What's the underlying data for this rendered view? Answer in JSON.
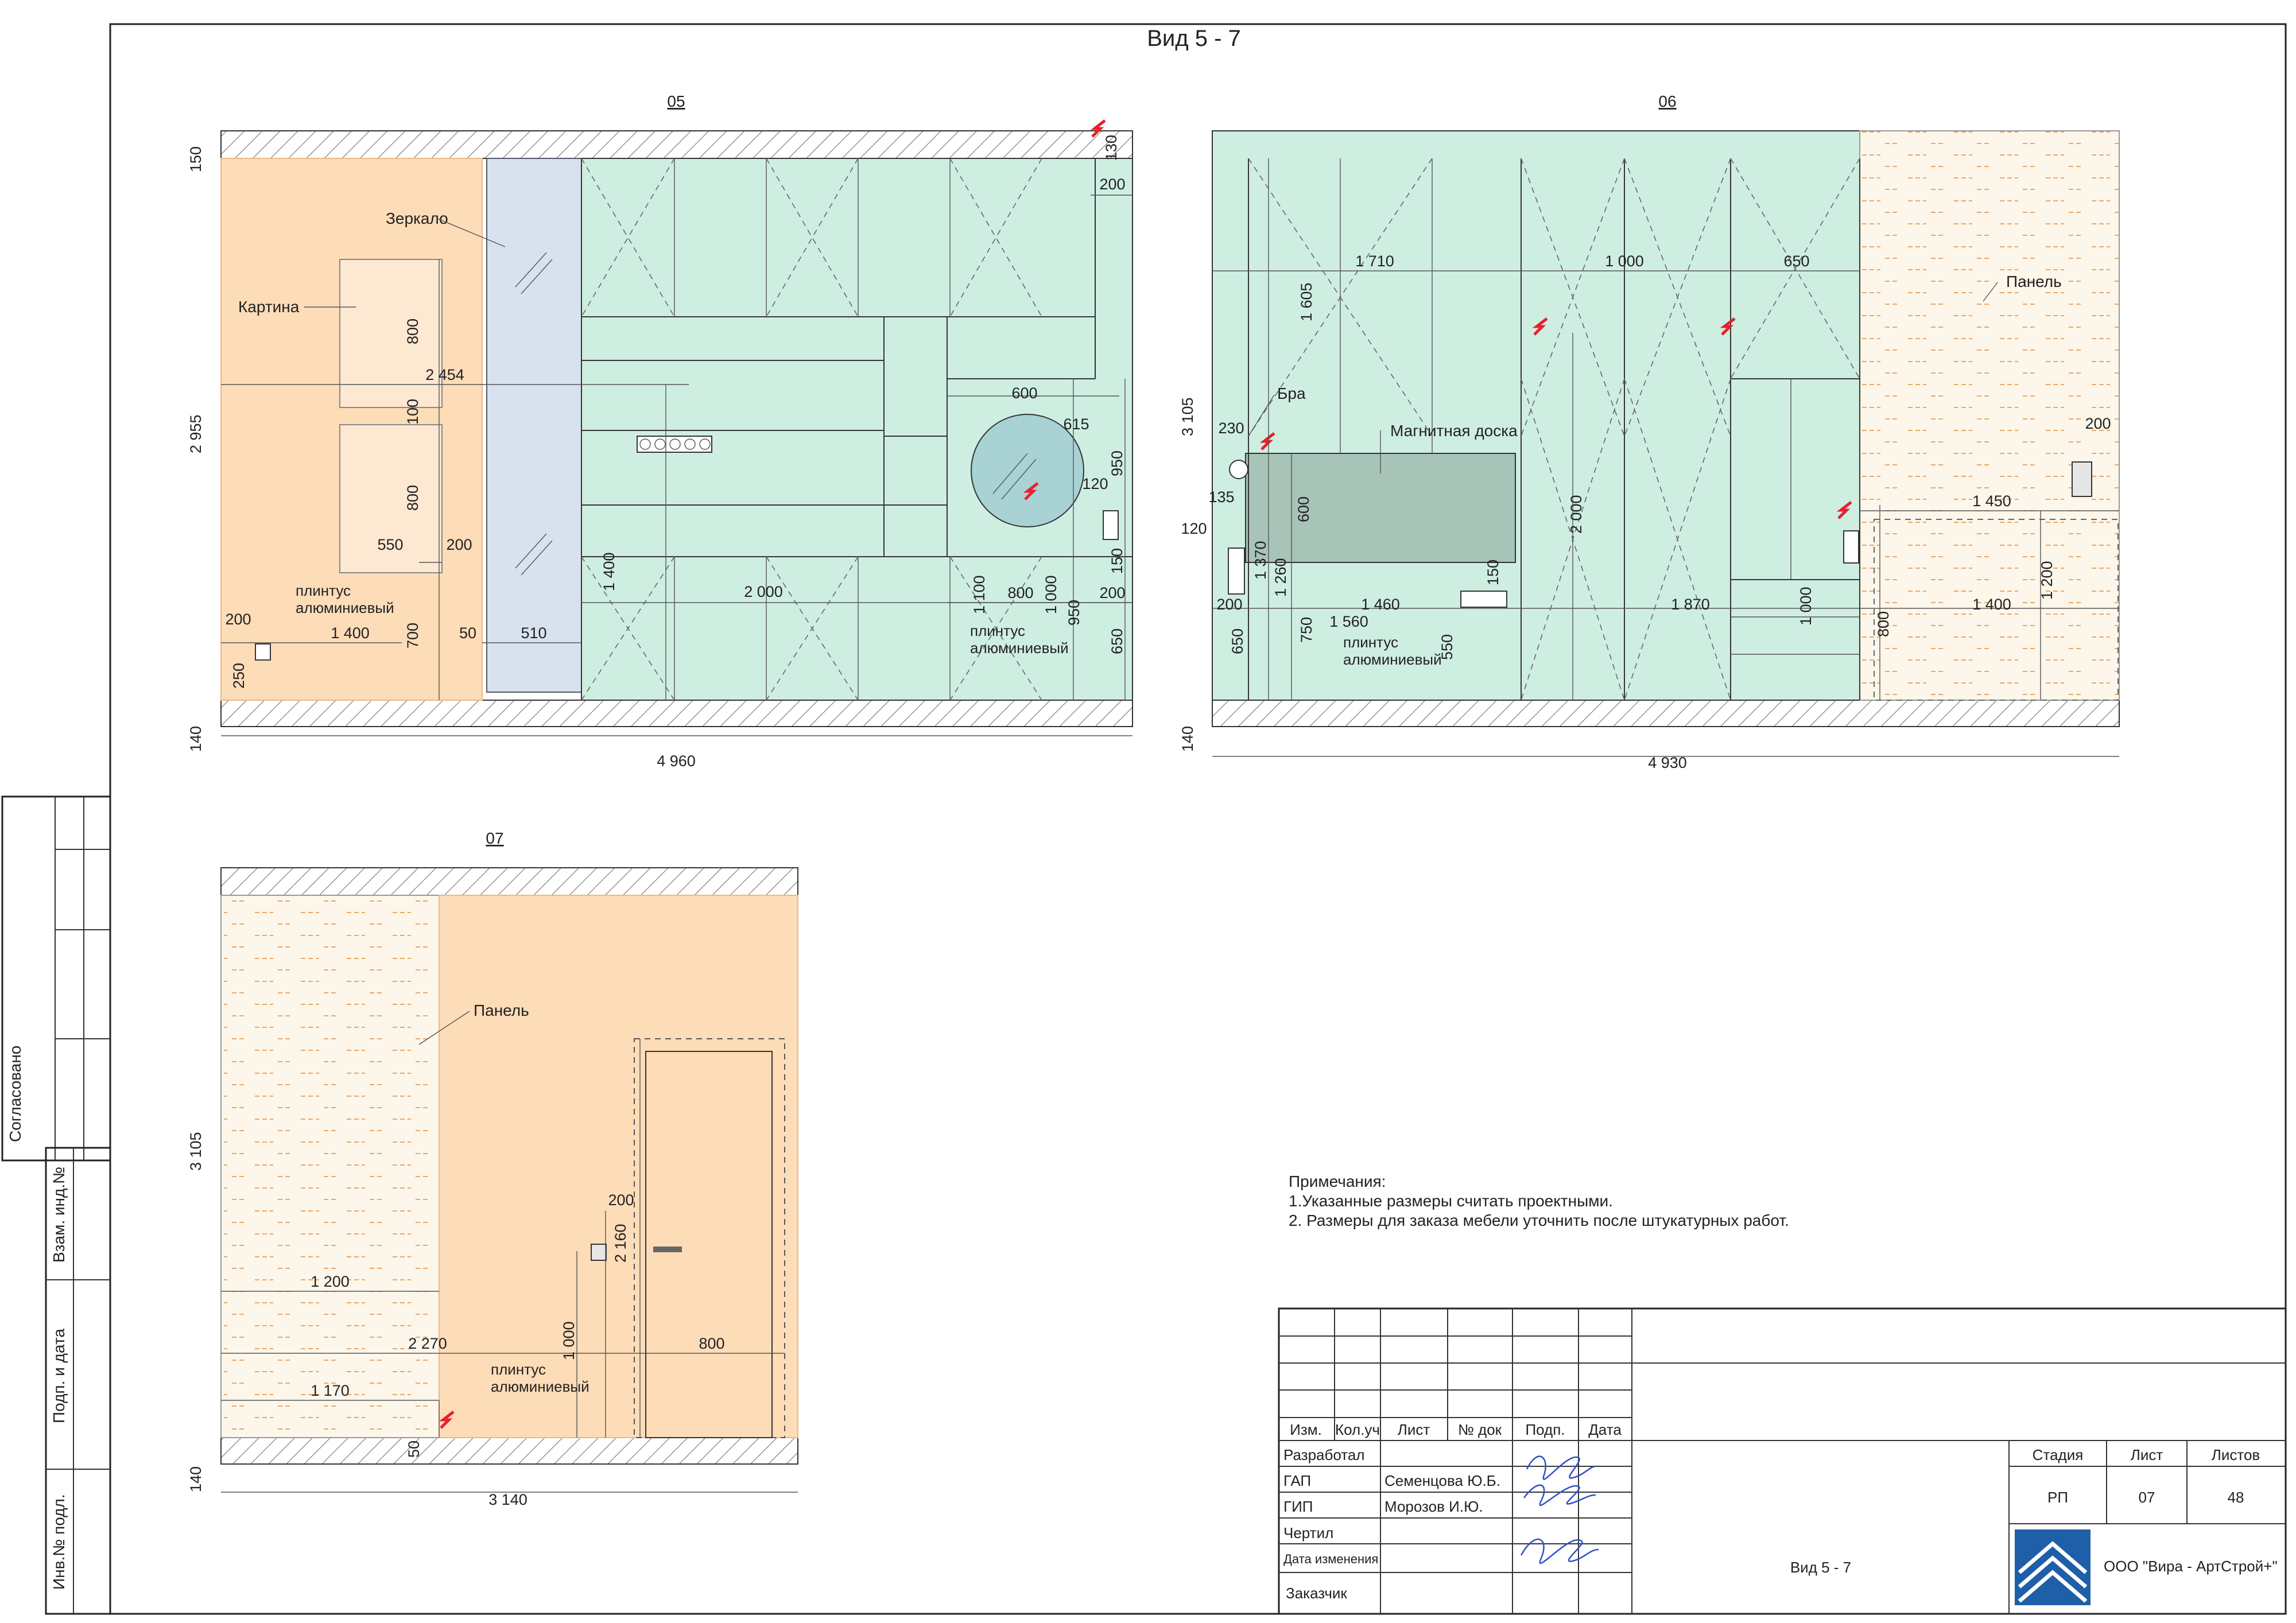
{
  "sheet": {
    "title": "Вид 5 - 7",
    "notes": {
      "heading": "Примечания:",
      "items": [
        "1.Указанные размеры считать проектными.",
        "2. Размеры для заказа мебели уточнить после штукатурных работ."
      ]
    }
  },
  "side_stamp": {
    "agreed": "Согласовано",
    "replace_inv": "Взам. инд.№",
    "sign_date": "Подп. и дата",
    "inv_no": "Инв.№ подл."
  },
  "views": {
    "v05": {
      "id": "05",
      "labels": {
        "mirror": "Зеркало",
        "picture": "Картина",
        "plinth_1": "плинтус",
        "plinth_2": "алюминиевый"
      },
      "dims": {
        "d150": "150",
        "d2955": "2 955",
        "d140": "140",
        "d4960": "4 960",
        "d800a": "800",
        "d100": "100",
        "d800b": "800",
        "d2454": "2 454",
        "d550": "550",
        "d200a": "200",
        "d200b": "200",
        "d1400h": "1 400",
        "d700": "700",
        "d50": "50",
        "d510": "510",
        "d250": "250",
        "d1400v": "1 400",
        "d2000": "2 000",
        "d600": "600",
        "d615": "615",
        "d120": "120",
        "d950a": "950",
        "d150b": "150",
        "d200c": "200",
        "d800c": "800",
        "d1100": "1 100",
        "d1000": "1 000",
        "d950b": "950",
        "d650": "650",
        "d130": "130",
        "d200d": "200"
      }
    },
    "v06": {
      "id": "06",
      "labels": {
        "panel": "Панель",
        "sconce": "Бра",
        "board": "Магнитная доска",
        "plinth_1": "плинтус",
        "plinth_2": "алюминиевый"
      },
      "dims": {
        "d3105": "3 105",
        "d140": "140",
        "d4930": "4 930",
        "d1710": "1 710",
        "d1000a": "1 000",
        "d650a": "650",
        "d1605": "1 605",
        "d230": "230",
        "d135": "135",
        "d120": "120",
        "d600": "600",
        "d1370": "1 370",
        "d1260": "1 260",
        "d200a": "200",
        "d1460": "1 460",
        "d150": "150",
        "d1560": "1 560",
        "d650b": "650",
        "d750": "750",
        "d550": "550",
        "d2000": "2 000",
        "d1870": "1 870",
        "d1000b": "1 000",
        "d800": "800",
        "d1450": "1 450",
        "d1400": "1 400",
        "d1200": "1 200",
        "d200b": "200"
      }
    },
    "v07": {
      "id": "07",
      "labels": {
        "panel": "Панель",
        "plinth_1": "плинтус",
        "plinth_2": "алюминиевый"
      },
      "dims": {
        "d3105": "3 105",
        "d140": "140",
        "d3140": "3 140",
        "d1200": "1 200",
        "d2270": "2 270",
        "d1170": "1 170",
        "d1000": "1 000",
        "d200": "200",
        "d2160": "2 160",
        "d800": "800",
        "d50": "50"
      }
    }
  },
  "title_block": {
    "cols": [
      "Изм.",
      "Кол.уч",
      "Лист",
      "№ док",
      "Подп.",
      "Дата"
    ],
    "rows": [
      {
        "role": "Разработал",
        "name": ""
      },
      {
        "role": "ГАП",
        "name": "Семенцова Ю.Б."
      },
      {
        "role": "ГИП",
        "name": "Морозов И.Ю."
      },
      {
        "role": "Чертил",
        "name": ""
      },
      {
        "role": "Дата изменения",
        "name": ""
      },
      {
        "role": "Заказчик",
        "name": ""
      }
    ],
    "stage_label": "Стадия",
    "sheet_label": "Лист",
    "sheets_label": "Листов",
    "stage": "РП",
    "sheet": "07",
    "sheets": "48",
    "drawing_name": "Вид 5 - 7",
    "company": "ООО \"Вира - АртСтрой+\""
  },
  "colors": {
    "peach": "#fddcb8",
    "mint": "#cfeee2",
    "mirror": "#d8e2ee",
    "board": "#a8c4b8",
    "brick": "#fdf6ea",
    "brick_dash": "#e8a86a",
    "logo": "#1f5fa8",
    "accent_red": "#e8202a"
  }
}
